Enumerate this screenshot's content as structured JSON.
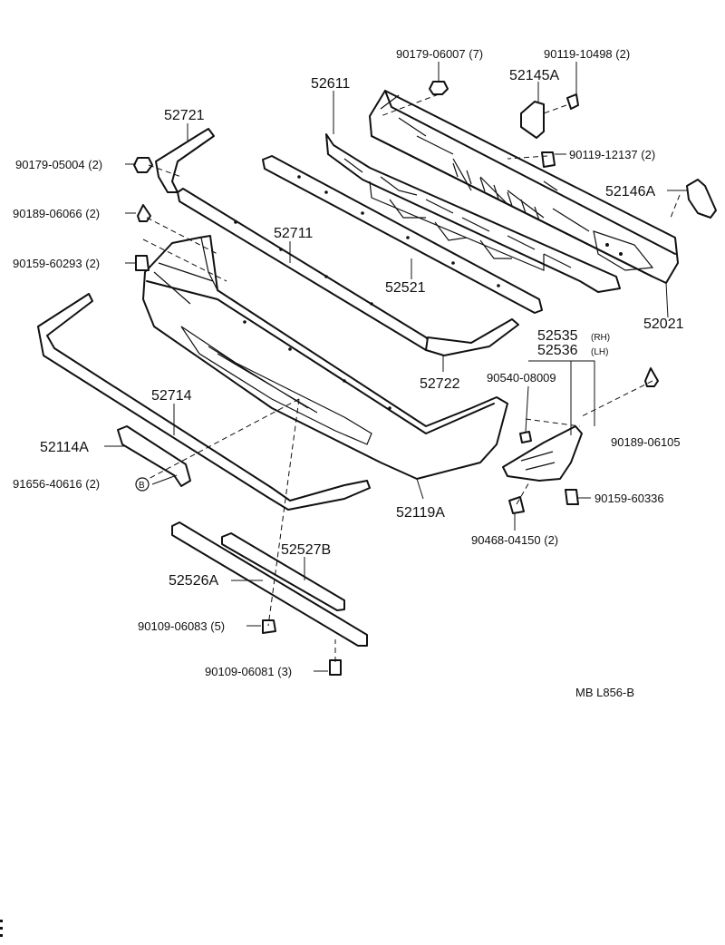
{
  "labels": {
    "p90179_06007": "90179-06007 (7)",
    "p90119_10498": "90119-10498 (2)",
    "p52145A": "52145A",
    "p52611": "52611",
    "p52721": "52721",
    "p90119_12137": "90119-12137 (2)",
    "p90179_05004": "90179-05004 (2)",
    "p52146A": "52146A",
    "p90189_06066": "90189-06066 (2)",
    "p52711": "52711",
    "p90159_60293": "90159-60293 (2)",
    "p52521": "52521",
    "p52021": "52021",
    "p52535": "52535",
    "p52535_side": "(RH)",
    "p52536": "52536",
    "p52536_side": "(LH)",
    "p52722": "52722",
    "p90540_08009": "90540-08009",
    "p52714": "52714",
    "p90189_06105": "90189-06105",
    "p52114A": "52114A",
    "p91656_40616": "91656-40616 (2)",
    "p91656_marker": "B",
    "p52119A": "52119A",
    "p90159_60336": "90159-60336",
    "p90468_04150": "90468-04150 (2)",
    "p52527B": "52527B",
    "p52526A": "52526A",
    "p90109_06083": "90109-06083 (5)",
    "p90109_06081": "90109-06081 (3)",
    "ref_code": "MB  L856-B"
  }
}
